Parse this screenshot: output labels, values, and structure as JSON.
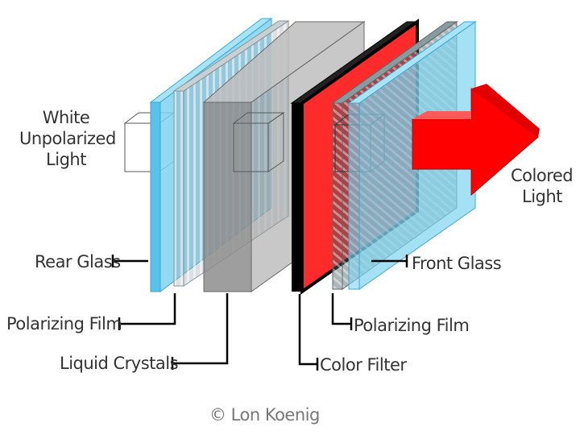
{
  "labels": {
    "white_unpolarized_light": [
      "White",
      "Unpolarized",
      "Light"
    ],
    "rear_glass": "Rear Glass",
    "rear_polarizing_film": "Polarizing Film",
    "liquid_crystals": "Liquid Crystals",
    "front_glass": "Front Glass",
    "front_polarizing_film": "Polarizing Film",
    "color_filter": "Color Filter",
    "colored_light": [
      "Colored",
      "Light"
    ]
  },
  "copyright": "© Lon Koenig",
  "colors": {
    "glass": "#7fd4f0",
    "glass_edge": "#4fb8e0",
    "polarizer": "#8a9ba0",
    "liquid_crystal": "#7a7a7a",
    "color_filter": "#ff2a2a",
    "frame": "#000000",
    "arrow": "#ff0000",
    "text": "#333333"
  }
}
